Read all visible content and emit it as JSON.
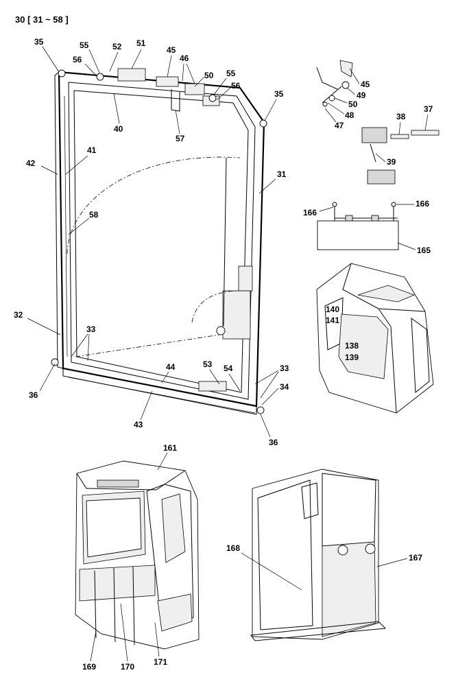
{
  "header": {
    "title": "30 [ 31 ~ 58 ]"
  },
  "labels": {
    "l35a": "35",
    "l55a": "55",
    "l56a": "56",
    "l52": "52",
    "l51": "51",
    "l45a": "45",
    "l46": "46",
    "l50a": "50",
    "l55b": "55",
    "l56b": "56",
    "l35b": "35",
    "l40": "40",
    "l57": "57",
    "l41": "41",
    "l42": "42",
    "l31": "31",
    "l58": "58",
    "l32": "32",
    "l33a": "33",
    "l36a": "36",
    "l44": "44",
    "l53": "53",
    "l54": "54",
    "l33b": "33",
    "l34": "34",
    "l43": "43",
    "l36b": "36",
    "l45b": "45",
    "l49": "49",
    "l50b": "50",
    "l48": "48",
    "l47": "47",
    "l38": "38",
    "l37": "37",
    "l39": "39",
    "l166a": "166",
    "l166b": "166",
    "l165": "165",
    "l140": "140",
    "l141": "141",
    "l138": "138",
    "l139": "139",
    "l161": "161",
    "l168": "168",
    "l167": "167",
    "l169": "169",
    "l170": "170",
    "l171": "171"
  },
  "colors": {
    "ink": "#000000",
    "paper": "#ffffff",
    "shade": "#d8d8d8"
  }
}
